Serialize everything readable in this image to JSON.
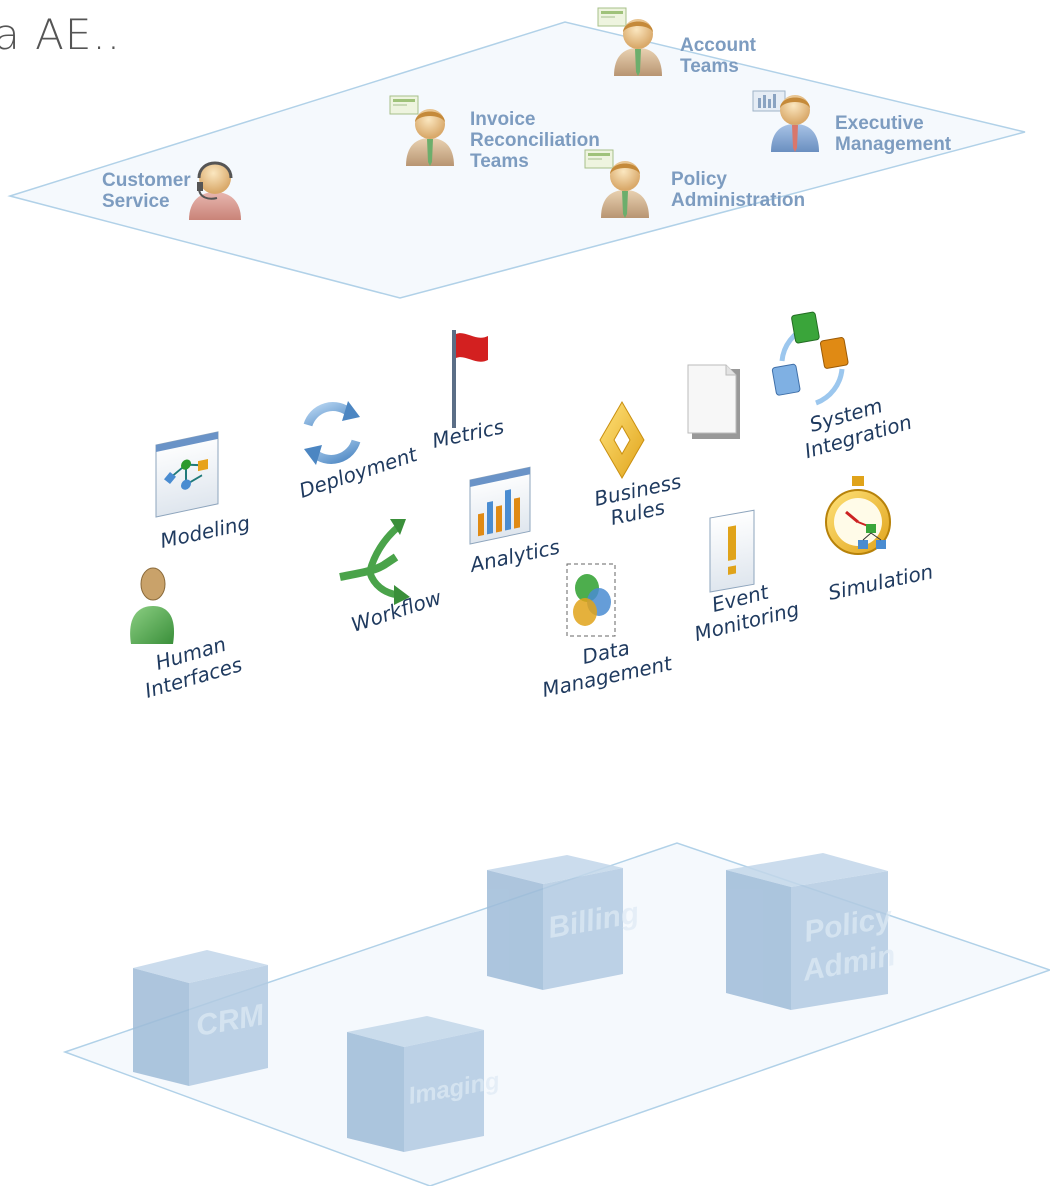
{
  "title": "a AE..",
  "roles": {
    "account_teams": [
      "Account",
      "Teams"
    ],
    "invoice_reconciliation": [
      "Invoice",
      "Reconciliation",
      "Teams"
    ],
    "executive_management": [
      "Executive",
      "Management"
    ],
    "customer_service": [
      "Customer",
      "Service"
    ],
    "policy_administration": [
      "Policy",
      "Administration"
    ]
  },
  "capabilities": {
    "metrics": "Metrics",
    "deployment": "Deployment",
    "system_integration": [
      "System",
      "Integration"
    ],
    "modeling": "Modeling",
    "business_rules": [
      "Business",
      "Rules"
    ],
    "analytics": "Analytics",
    "workflow": "Workflow",
    "simulation": "Simulation",
    "human_interfaces": [
      "Human",
      "Interfaces"
    ],
    "event_monitoring": [
      "Event",
      "Monitoring"
    ],
    "data_management": [
      "Data",
      "Management"
    ]
  },
  "systems": {
    "billing": "Billing",
    "policy_admin": [
      "Policy",
      "Admin"
    ],
    "crm": "CRM",
    "imaging": "Imaging"
  },
  "colors": {
    "plane_stroke": "#a9cde6",
    "plane_fill": "#f4f9fd",
    "box_fill": "#a9c6de",
    "role_label": "#7d9cc0",
    "capability_label": "#1f3a5f"
  }
}
